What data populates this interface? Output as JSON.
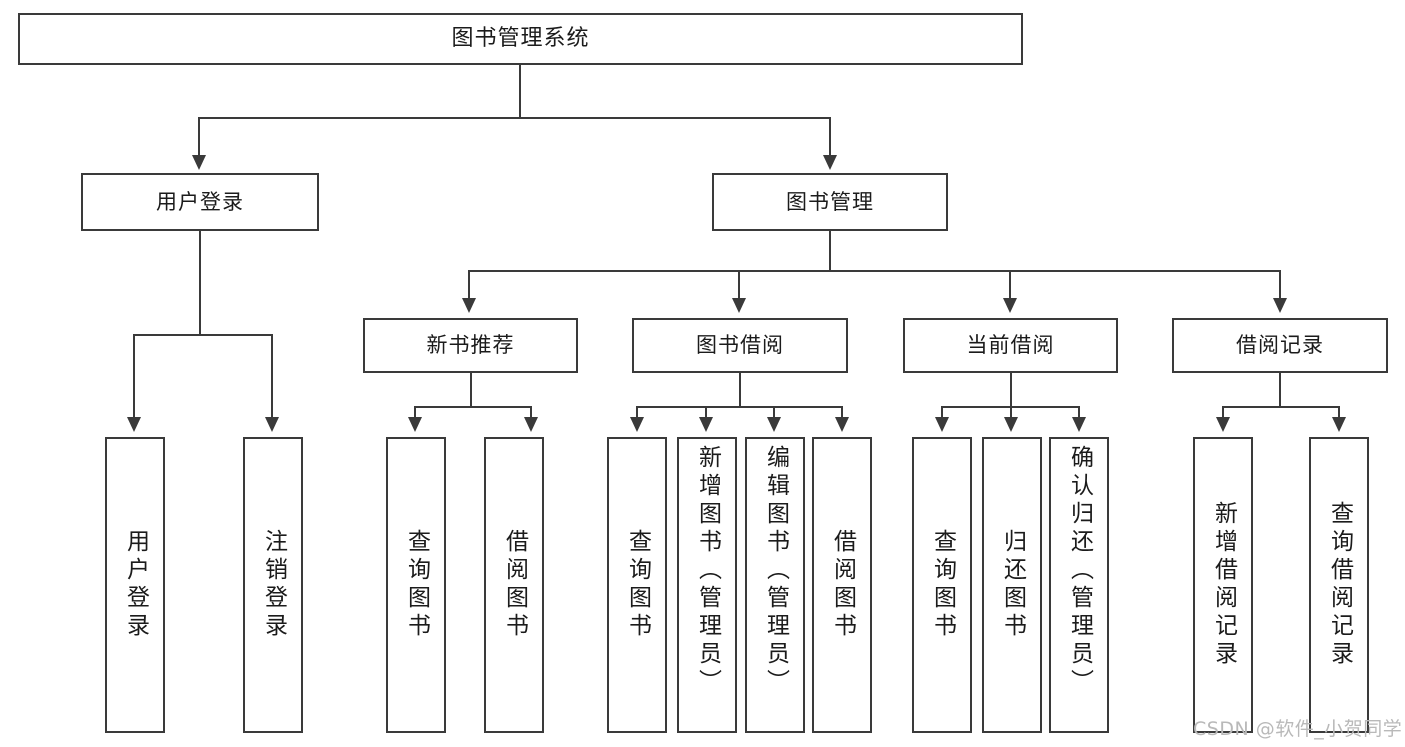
{
  "diagram": {
    "title": "图书管理系统",
    "type": "tree-hierarchy",
    "root": {
      "label": "图书管理系统"
    },
    "level2": [
      {
        "label": "用户登录"
      },
      {
        "label": "图书管理"
      }
    ],
    "level3": [
      {
        "label": "新书推荐"
      },
      {
        "label": "图书借阅"
      },
      {
        "label": "当前借阅"
      },
      {
        "label": "借阅记录"
      }
    ],
    "leaves": {
      "user_login": [
        {
          "label": "用户登录"
        },
        {
          "label": "注销登录"
        }
      ],
      "new_book_recommend": [
        {
          "label": "查询图书"
        },
        {
          "label": "借阅图书"
        }
      ],
      "book_borrow": [
        {
          "label": "查询图书"
        },
        {
          "label": "新增图书（管理员）"
        },
        {
          "label": "编辑图书（管理员）"
        },
        {
          "label": "借阅图书"
        }
      ],
      "current_borrow": [
        {
          "label": "查询图书"
        },
        {
          "label": "归还图书"
        },
        {
          "label": "确认归还（管理员）"
        }
      ],
      "borrow_record": [
        {
          "label": "新增借阅记录"
        },
        {
          "label": "查询借阅记录"
        }
      ]
    }
  },
  "watermark": {
    "text": "CSDN @软件_小贺同学"
  },
  "colors": {
    "stroke": "#3a3a3a",
    "text": "#1b1b1b",
    "background": "#ffffff",
    "watermark": "#b9b9b9"
  }
}
